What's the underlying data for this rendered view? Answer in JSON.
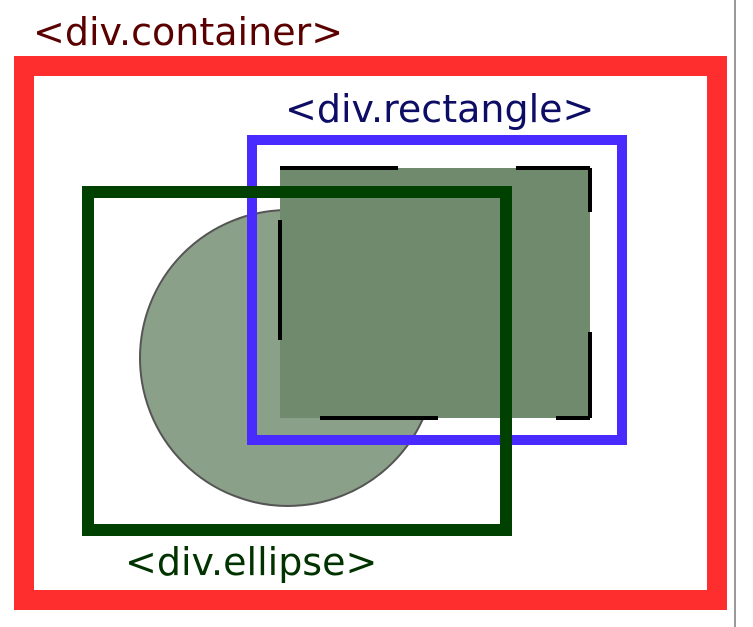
{
  "labels": {
    "container": "<div.container>",
    "rectangle": "<div.rectangle>",
    "ellipse": "<div.ellipse>"
  },
  "colors": {
    "container_border": "#ff2e2e",
    "rectangle_border": "#4a2bff",
    "ellipse_border": "#004000",
    "container_label": "#5a0000",
    "rectangle_label": "#0d0d66",
    "ellipse_label": "#003300",
    "shape_fill_rect": "#6f8a6d",
    "shape_fill_circle": "#8ba088",
    "dash_marks": "#000000",
    "right_edge_line": "#9a9a9a"
  }
}
